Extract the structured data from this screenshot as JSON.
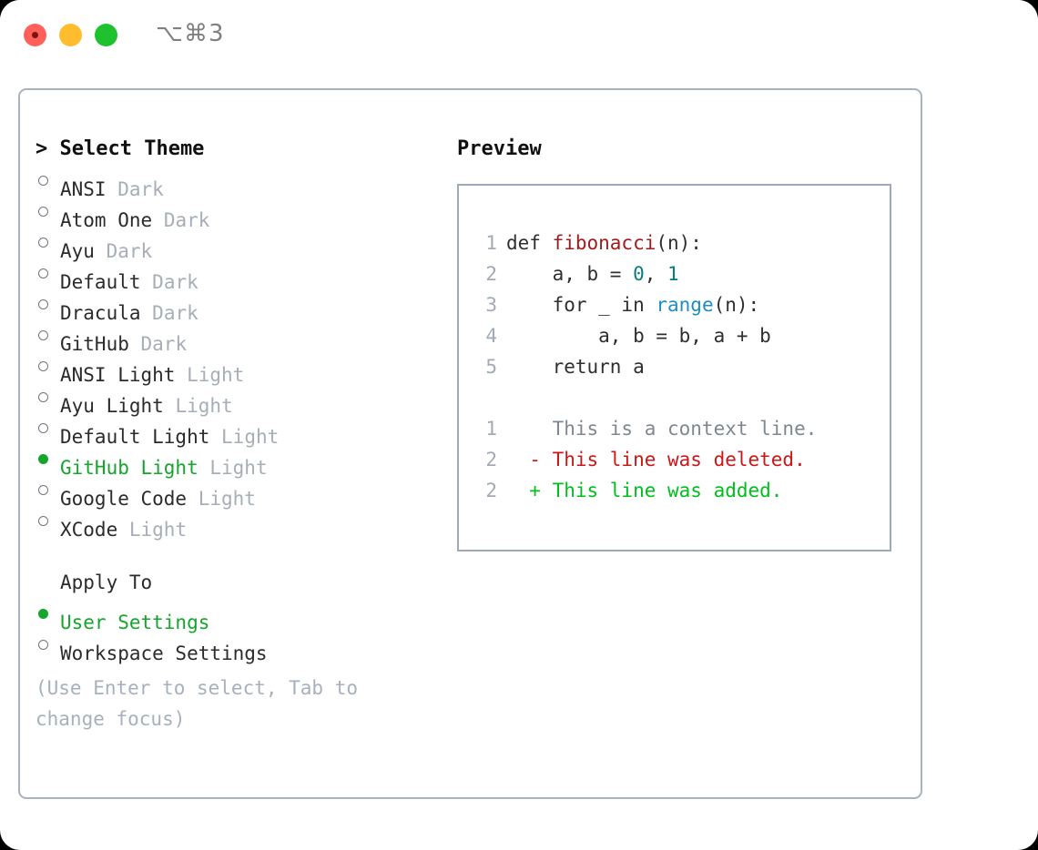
{
  "titlebar": {
    "traffic_lights": [
      "close-red",
      "minimize-yellow",
      "maximize-green"
    ],
    "shortcut": "⌥⌘3"
  },
  "colors": {
    "selected_green": "#15a52c",
    "diff_added_green": "#00bf1d",
    "diff_removed_red": "#cc1717",
    "muted_gray": "#a7aeb8",
    "hint_gray": "#a7b0bd",
    "panel_border": "#a9b2be",
    "preview_border": "#a0a9b6",
    "token_function_red": "#a01c1c",
    "token_number_teal": "#0b7c7c",
    "token_call_blue": "#1b8fc4"
  },
  "theme_picker": {
    "heading": "> Select Theme",
    "items": [
      {
        "marker": "○",
        "name": "ANSI",
        "tag": "Dark",
        "selected": false
      },
      {
        "marker": "○",
        "name": "Atom One",
        "tag": "Dark",
        "selected": false
      },
      {
        "marker": "○",
        "name": "Ayu",
        "tag": "Dark",
        "selected": false
      },
      {
        "marker": "○",
        "name": "Default",
        "tag": "Dark",
        "selected": false
      },
      {
        "marker": "○",
        "name": "Dracula",
        "tag": "Dark",
        "selected": false
      },
      {
        "marker": "○",
        "name": "GitHub",
        "tag": "Dark",
        "selected": false
      },
      {
        "marker": "○",
        "name": "ANSI Light",
        "tag": "Light",
        "selected": false
      },
      {
        "marker": "○",
        "name": "Ayu Light",
        "tag": "Light",
        "selected": false
      },
      {
        "marker": "○",
        "name": "Default Light",
        "tag": "Light",
        "selected": false
      },
      {
        "marker": "●",
        "name": "GitHub Light",
        "tag": "Light",
        "selected": true
      },
      {
        "marker": "○",
        "name": "Google Code",
        "tag": "Light",
        "selected": false
      },
      {
        "marker": "○",
        "name": "XCode",
        "tag": "Light",
        "selected": false
      }
    ]
  },
  "apply_to": {
    "heading": "Apply To",
    "items": [
      {
        "marker": "●",
        "name": "User Settings",
        "selected": true
      },
      {
        "marker": "○",
        "name": "Workspace Settings",
        "selected": false
      }
    ]
  },
  "hint": "(Use Enter to select, Tab to change focus)",
  "preview": {
    "title": "Preview",
    "code_lines": [
      {
        "no": "1",
        "indent": "",
        "parts": [
          {
            "t": "def ",
            "c": "plain"
          },
          {
            "t": "fibonacci",
            "c": "fn"
          },
          {
            "t": "(n):",
            "c": "plain"
          }
        ]
      },
      {
        "no": "2",
        "indent": "    ",
        "parts": [
          {
            "t": "a, b = ",
            "c": "plain"
          },
          {
            "t": "0",
            "c": "num"
          },
          {
            "t": ", ",
            "c": "plain"
          },
          {
            "t": "1",
            "c": "num"
          }
        ]
      },
      {
        "no": "3",
        "indent": "    ",
        "parts": [
          {
            "t": "for _ in ",
            "c": "plain"
          },
          {
            "t": "range",
            "c": "call"
          },
          {
            "t": "(n):",
            "c": "plain"
          }
        ]
      },
      {
        "no": "4",
        "indent": "        ",
        "parts": [
          {
            "t": "a, b = b, a + b",
            "c": "plain"
          }
        ]
      },
      {
        "no": "5",
        "indent": "    ",
        "parts": [
          {
            "t": "return a",
            "c": "plain"
          }
        ]
      }
    ],
    "diff_lines": [
      {
        "no": "1",
        "sign": "  ",
        "text": "This is a context line.",
        "kind": "ctx"
      },
      {
        "no": "2",
        "sign": "- ",
        "text": "This line was deleted.",
        "kind": "del"
      },
      {
        "no": "2",
        "sign": "+ ",
        "text": "This line was added.",
        "kind": "add"
      }
    ]
  }
}
